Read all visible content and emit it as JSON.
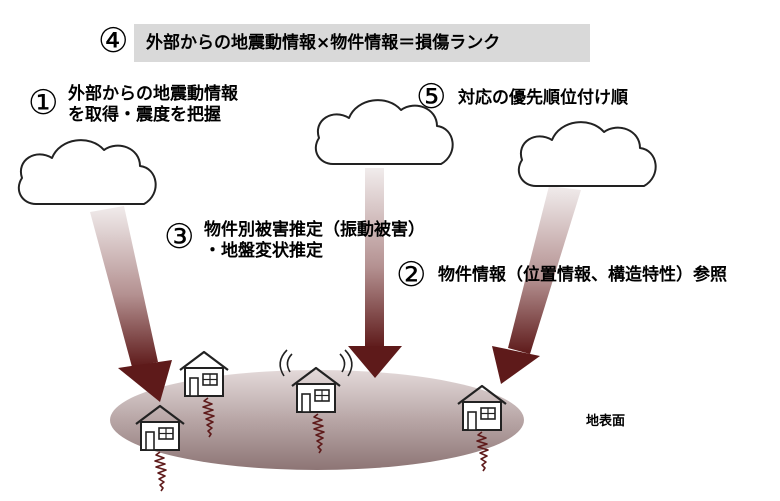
{
  "steps": {
    "s4": {
      "number": "④",
      "text": "外部からの地震動情報×物件情報＝損傷ランク"
    },
    "s1": {
      "number": "①",
      "line1": "外部からの地震動情報",
      "line2": "を取得・震度を把握"
    },
    "s5": {
      "number": "⑤",
      "text": "対応の優先順位付け順"
    },
    "s3": {
      "number": "③",
      "line1": "物件別被害推定（振動被害）",
      "line2": "・地盤変状推定"
    },
    "s2": {
      "number": "②",
      "text": "物件情報（位置情報、構造特性）参照"
    }
  },
  "ground_label": "地表面",
  "colors": {
    "arrow_top": "#f1ecec",
    "arrow_bottom": "#5e1a1a",
    "ground_top": "#ddd2d2",
    "ground_bottom": "#8d7575",
    "seismic": "#5e1a1a",
    "banner_bg": "#d9d9d9"
  },
  "icons": [
    "cloud-icon",
    "house-icon",
    "seismic-wave-icon",
    "vibration-icon"
  ]
}
